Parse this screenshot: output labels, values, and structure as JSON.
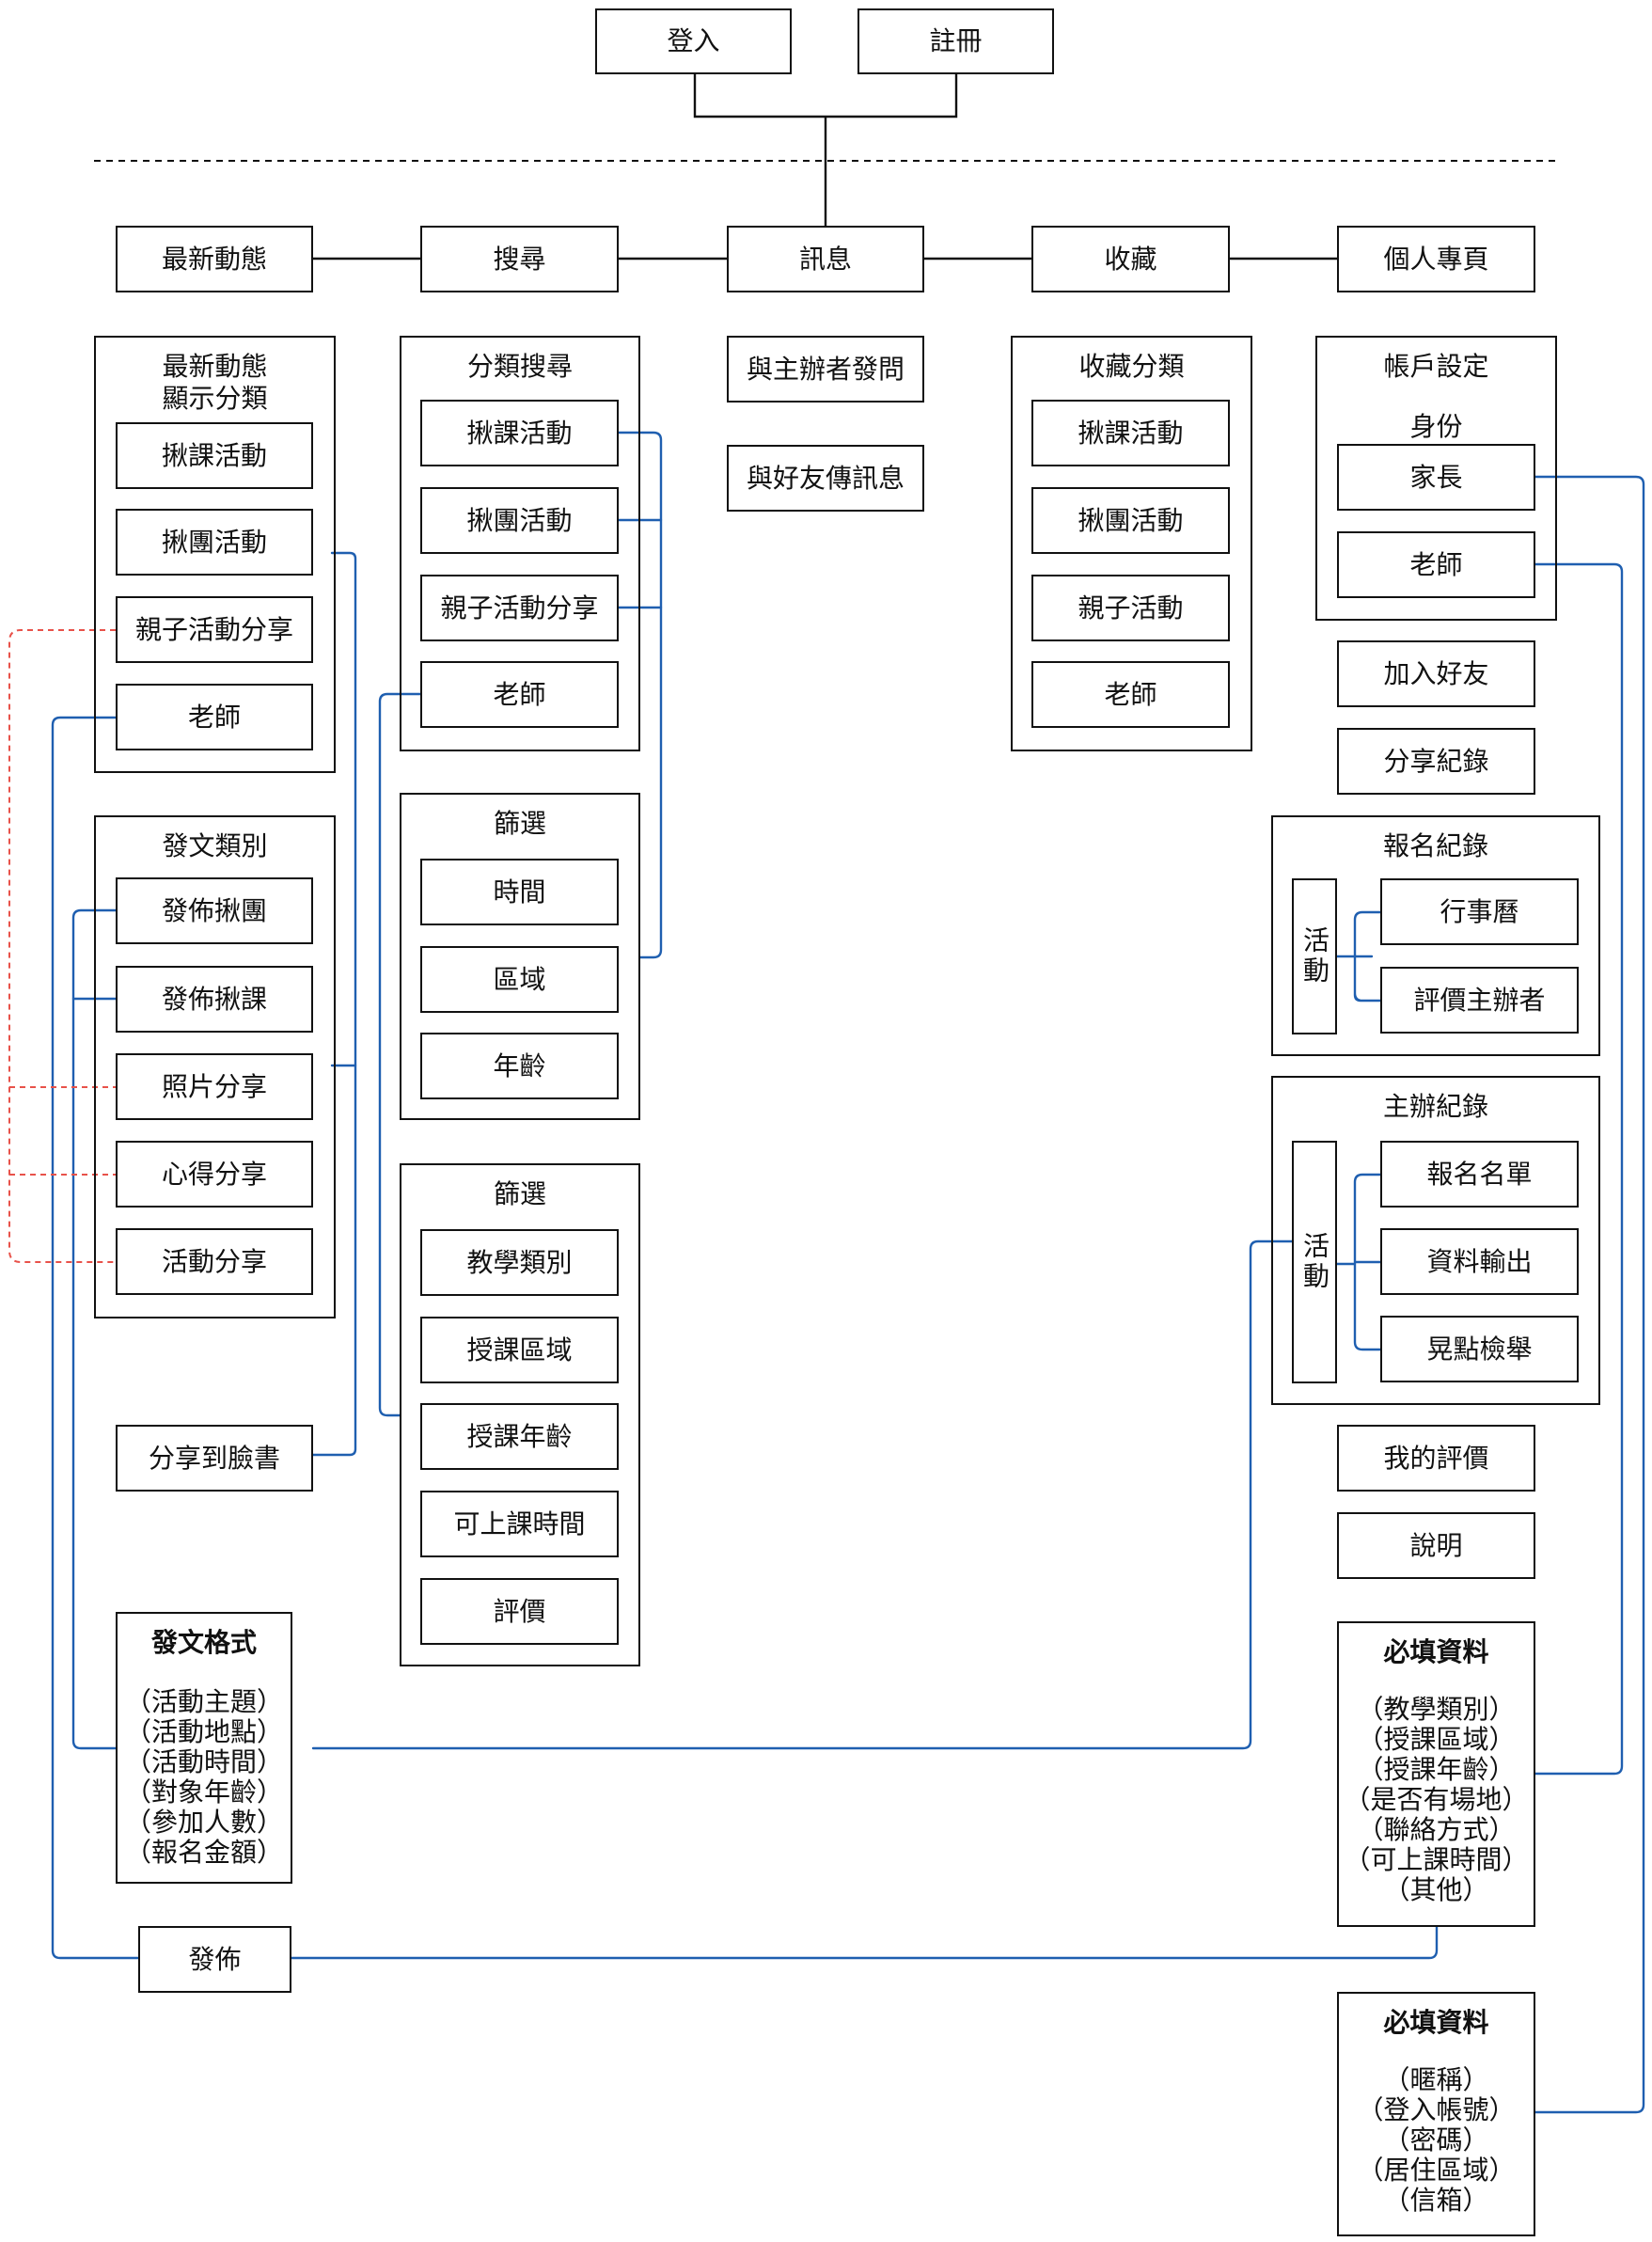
{
  "top": {
    "login": "登入",
    "register": "註冊"
  },
  "nav": {
    "latest": "最新動態",
    "search": "搜尋",
    "messages": "訊息",
    "favorites": "收藏",
    "profile": "個人專頁"
  },
  "latest": {
    "category_title": "最新動態\n顯示分類",
    "categories": [
      "揪課活動",
      "揪團活動",
      "親子活動分享",
      "老師"
    ],
    "post_type_title": "發文類別",
    "post_types": [
      "發佈揪團",
      "發佈揪課",
      "照片分享",
      "心得分享",
      "活動分享"
    ],
    "share_fb": "分享到臉書",
    "format_title": "發文格式",
    "format_items": [
      "（活動主題）",
      "（活動地點）",
      "（活動時間）",
      "（對象年齡）",
      "（參加人數）",
      "（報名金額）"
    ],
    "publish": "發佈"
  },
  "search": {
    "category_title": "分類搜尋",
    "categories": [
      "揪課活動",
      "揪團活動",
      "親子活動分享",
      "老師"
    ],
    "filter1_title": "篩選",
    "filter1": [
      "時間",
      "區域",
      "年齡"
    ],
    "filter2_title": "篩選",
    "filter2": [
      "教學類別",
      "授課區域",
      "授課年齡",
      "可上課時間",
      "評價"
    ]
  },
  "messages": {
    "organizer": "與主辦者發問",
    "friends": "與好友傳訊息"
  },
  "favorites": {
    "title": "收藏分類",
    "items": [
      "揪課活動",
      "揪團活動",
      "親子活動",
      "老師"
    ]
  },
  "profile": {
    "account_title": "帳戶設定",
    "identity": "身份",
    "parent": "家長",
    "teacher": "老師",
    "add_friend": "加入好友",
    "share_record": "分享紀錄",
    "signup_title": "報名紀錄",
    "activity": "活動",
    "signup_items": [
      "行事曆",
      "評價主辦者"
    ],
    "host_title": "主辦紀錄",
    "host_items": [
      "報名名單",
      "資料輸出",
      "晃點檢舉"
    ],
    "my_reviews": "我的評價",
    "help": "說明",
    "req1_title": "必填資料",
    "req1_items": [
      "（教學類別）",
      "（授課區域）",
      "（授課年齡）",
      "（是否有場地）",
      "（聯絡方式）",
      "（可上課時間）",
      "（其他）"
    ],
    "req2_title": "必填資料",
    "req2_items": [
      "（暱稱）",
      "（登入帳號）",
      "（密碼）",
      "（居住區域）",
      "（信箱）"
    ]
  },
  "colors": {
    "line": "#111111",
    "blue": "#1f5fb0",
    "red": "#e8524a"
  }
}
